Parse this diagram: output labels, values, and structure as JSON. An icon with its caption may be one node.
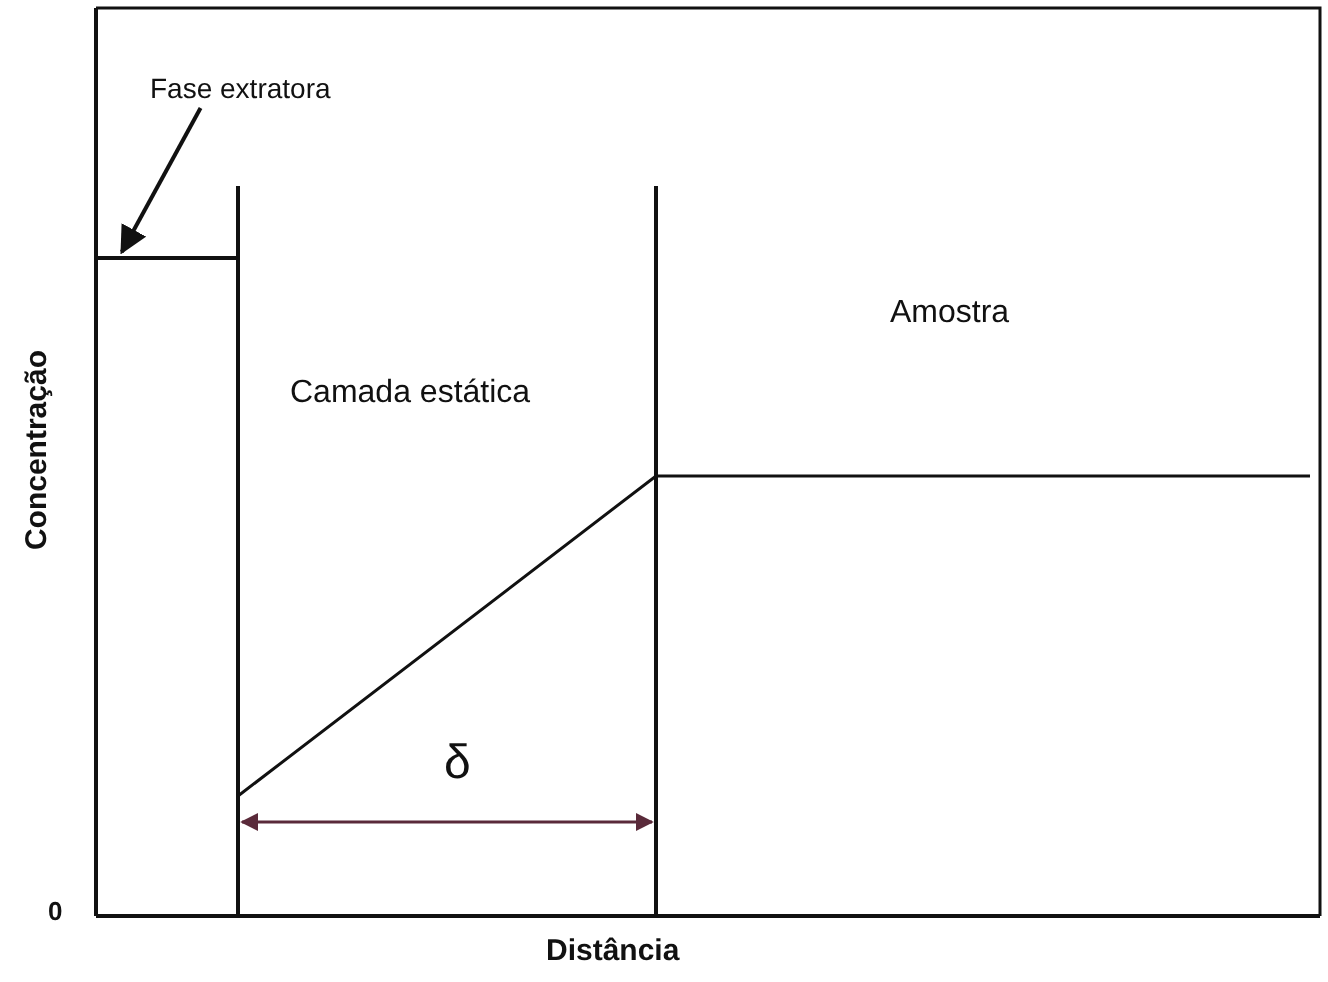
{
  "diagram": {
    "nodes": [
      {
        "text": [
          "Fase extratora"
        ]
      },
      {
        "text": [],
        "shape": "line"
      }
    ],
    "edges": [
      {
        "from": 0,
        "to": 1,
        "arrow": "to"
      }
    ],
    "labels": [
      "Amostra",
      "Camada estática",
      "Concentração",
      "δ",
      "0",
      "Distância"
    ]
  }
}
